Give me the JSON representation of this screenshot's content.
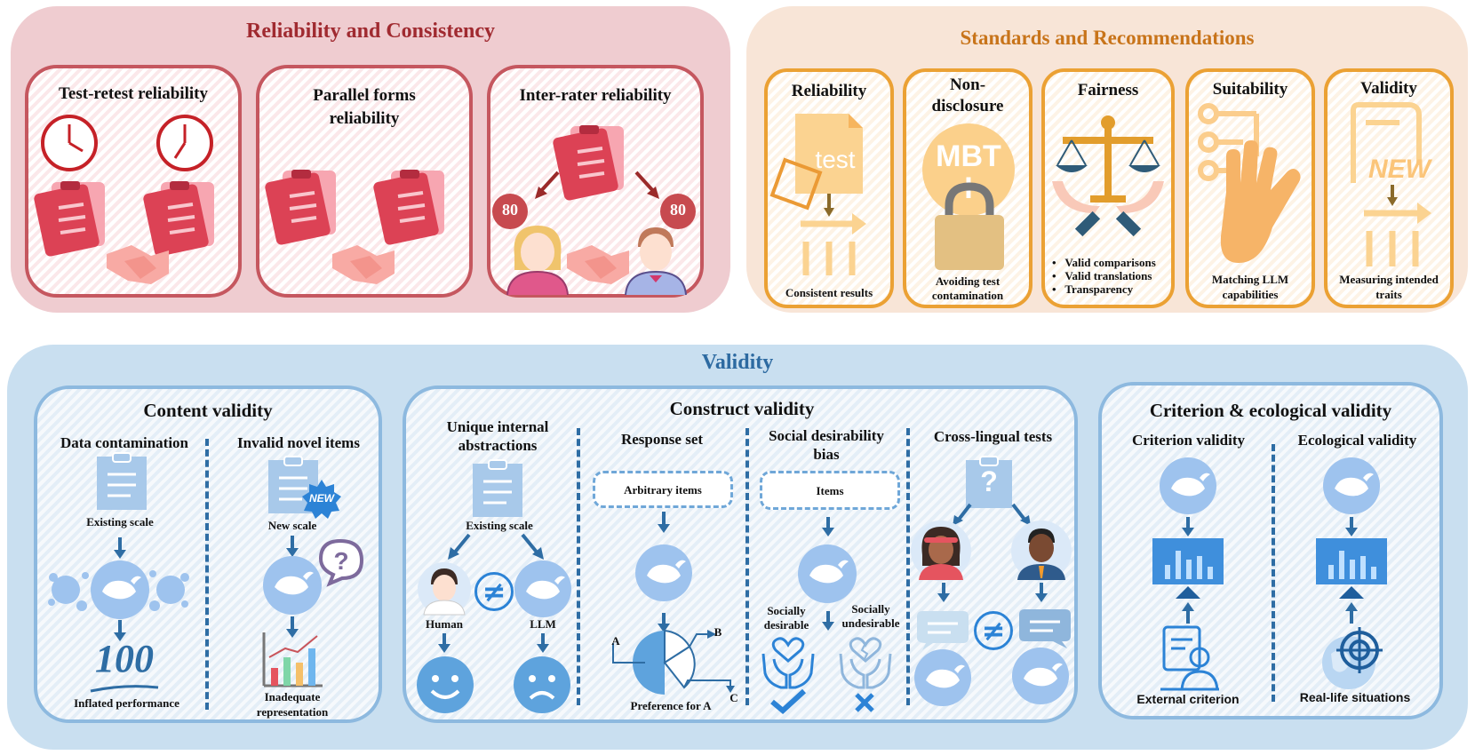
{
  "reliability": {
    "title": "Reliability and Consistency",
    "cards": {
      "test_retest": "Test-retest reliability",
      "parallel_forms": "Parallel forms reliability",
      "inter_rater": "Inter-rater reliability",
      "score_left": "80",
      "score_right": "80"
    }
  },
  "standards": {
    "title": "Standards and Recommendations",
    "cards": {
      "reliability": {
        "title": "Reliability",
        "icon_text": "test",
        "caption": "Consistent results"
      },
      "nondisclosure": {
        "title": "Non-disclosure",
        "icon_text": "MBTI",
        "caption": "Avoiding test contamination"
      },
      "fairness": {
        "title": "Fairness",
        "bullets": [
          "Valid comparisons",
          "Valid translations",
          "Transparency"
        ]
      },
      "suitability": {
        "title": "Suitability",
        "caption": "Matching LLM capabilities"
      },
      "validity": {
        "title": "Validity",
        "icon_text": "NEW",
        "caption": "Measuring intended traits"
      }
    }
  },
  "validity": {
    "title": "Validity",
    "content": {
      "title": "Content validity",
      "data_contamination": {
        "title": "Data contamination",
        "scale": "Existing scale",
        "score": "100",
        "result": "Inflated performance"
      },
      "invalid_novel": {
        "title": "Invalid novel items",
        "badge": "NEW",
        "scale": "New scale",
        "result": "Inadequate representation"
      }
    },
    "construct": {
      "title": "Construct validity",
      "unique": {
        "title": "Unique internal abstractions",
        "scale": "Existing scale",
        "human": "Human",
        "llm": "LLM",
        "neq": "≠"
      },
      "response_set": {
        "title": "Response set",
        "box": "Arbitrary items",
        "a": "A",
        "b": "B",
        "c": "C",
        "caption": "Preference for A"
      },
      "social": {
        "title": "Social desirability bias",
        "box": "Items",
        "desirable": "Socially desirable",
        "undesirable": "Socially undesirable"
      },
      "cross_lingual": {
        "title": "Cross-lingual tests",
        "q": "?",
        "neq": "≠"
      }
    },
    "criterion": {
      "title": "Criterion & ecological validity",
      "criterion_validity": {
        "title": "Criterion validity",
        "caption": "External criterion"
      },
      "ecological_validity": {
        "title": "Ecological validity",
        "caption": "Real-life situations"
      }
    }
  },
  "colors": {
    "red_panel": "#efccd0",
    "orange_panel": "#f8e5d7",
    "blue_panel": "#c9dff0",
    "red_title": "#a02a30",
    "orange_title": "#c8741a",
    "blue_title": "#2d6aa1",
    "llm_circle": "#9ec3ee",
    "arrow": "#2e6da4"
  }
}
